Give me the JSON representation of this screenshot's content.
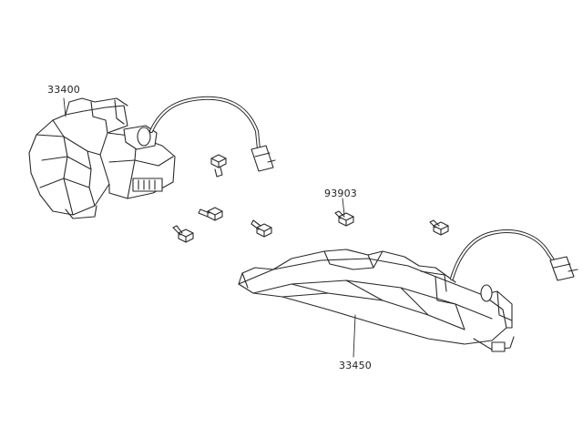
{
  "labels": {
    "part_33400": "33400",
    "part_93903": "93903",
    "part_33450": "33450"
  },
  "colors": {
    "line": "#2a2a2a",
    "fill": "#ffffff",
    "shade": "#d9d9d9"
  }
}
